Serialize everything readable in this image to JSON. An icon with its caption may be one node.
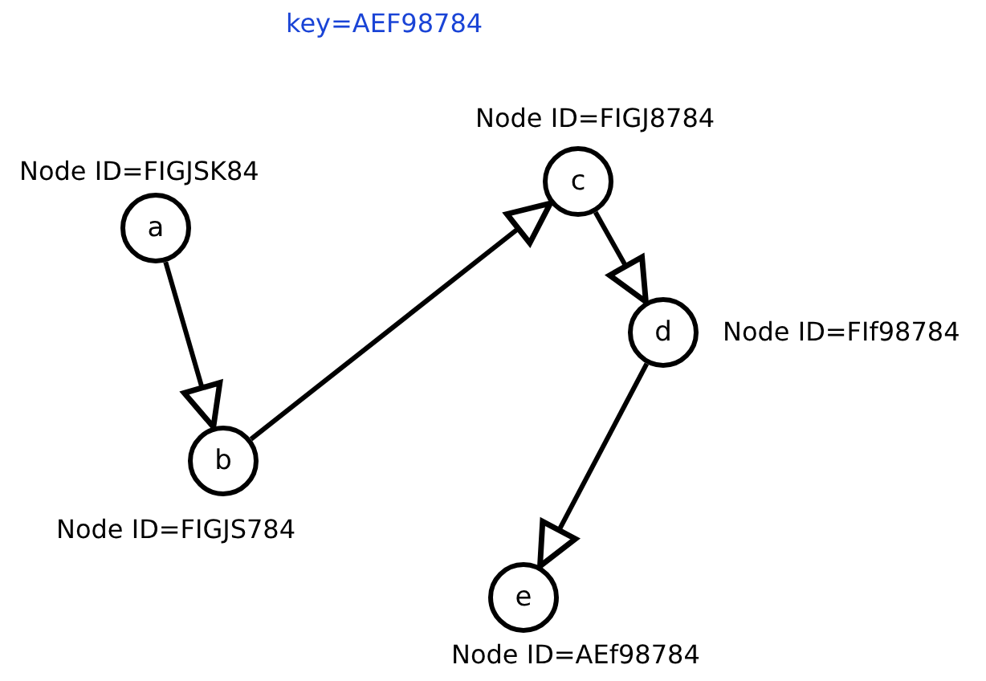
{
  "diagram": {
    "title": "key=AEF98784",
    "nodes": [
      {
        "text": [
          "a"
        ],
        "beside": [
          "Node ID=FIGJSK84"
        ]
      },
      {
        "text": [
          "b"
        ],
        "beside": [
          "Node ID=FIGJS784"
        ]
      },
      {
        "text": [
          "c"
        ],
        "beside": [
          "Node ID=FIGJ8784"
        ]
      },
      {
        "text": [
          "d"
        ],
        "beside": [
          "Node ID=FIf98784"
        ]
      },
      {
        "text": [
          "e"
        ],
        "beside": [
          "Node ID=AEf98784"
        ]
      }
    ],
    "edges": [
      {
        "from": 0,
        "to": 1,
        "arrow": "to"
      },
      {
        "from": 1,
        "to": 2,
        "arrow": "to"
      },
      {
        "from": 2,
        "to": 3,
        "arrow": "to"
      },
      {
        "from": 3,
        "to": 4,
        "arrow": "to"
      }
    ]
  }
}
